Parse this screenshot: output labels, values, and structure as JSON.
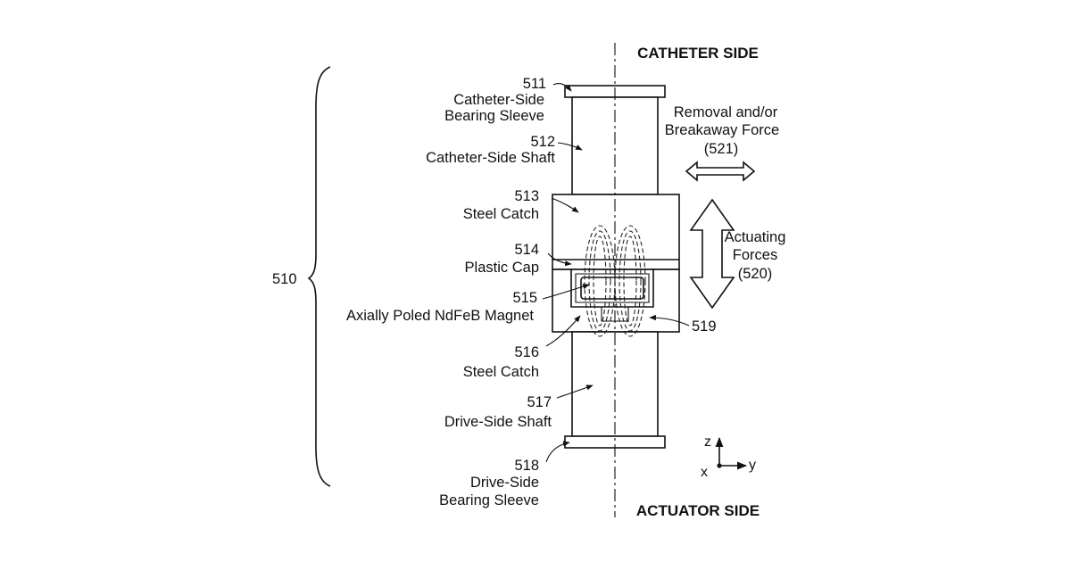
{
  "headings": {
    "top": "CATHETER SIDE",
    "bottom": "ACTUATOR SIDE"
  },
  "assembly": {
    "ref": "510"
  },
  "parts": [
    {
      "ref": "511",
      "lines": [
        "Catheter-Side",
        "Bearing Sleeve"
      ]
    },
    {
      "ref": "512",
      "lines": [
        "Catheter-Side Shaft"
      ]
    },
    {
      "ref": "513",
      "lines": [
        "Steel Catch"
      ]
    },
    {
      "ref": "514",
      "lines": [
        "Plastic Cap"
      ]
    },
    {
      "ref": "515",
      "lines": [
        "Axially Poled NdFeB Magnet"
      ]
    },
    {
      "ref": "516",
      "lines": [
        "Steel Catch"
      ]
    },
    {
      "ref": "517",
      "lines": [
        "Drive-Side Shaft"
      ]
    },
    {
      "ref": "518",
      "lines": [
        "Drive-Side",
        "Bearing Sleeve"
      ]
    }
  ],
  "flux_ref": "519",
  "forces": {
    "removal": {
      "lines": [
        "Removal and/or",
        "Breakaway Force",
        "(521)"
      ]
    },
    "actuating": {
      "lines": [
        "Actuating",
        "Forces",
        "(520)"
      ]
    }
  },
  "axes": {
    "z": "z",
    "x": "x",
    "y": "y"
  }
}
